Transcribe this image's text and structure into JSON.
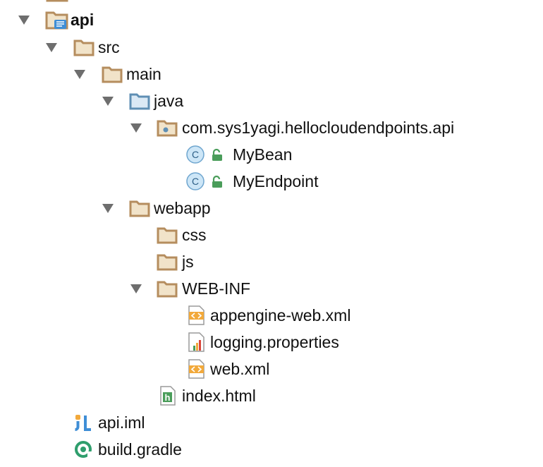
{
  "project_tree": {
    "root": {
      "label": "api"
    },
    "src": {
      "label": "src"
    },
    "main": {
      "label": "main"
    },
    "java": {
      "label": "java"
    },
    "package": {
      "label": "com.sys1yagi.hellocloudendpoints.api"
    },
    "class_mybean": {
      "label": "MyBean",
      "icon_letter": "C"
    },
    "class_myendpoint": {
      "label": "MyEndpoint",
      "icon_letter": "C"
    },
    "webapp": {
      "label": "webapp"
    },
    "css": {
      "label": "css"
    },
    "js": {
      "label": "js"
    },
    "webinf": {
      "label": "WEB-INF"
    },
    "appengine_xml": {
      "label": "appengine-web.xml"
    },
    "logging_props": {
      "label": "logging.properties"
    },
    "web_xml": {
      "label": "web.xml"
    },
    "index_html": {
      "label": "index.html",
      "icon_letter": "h"
    },
    "api_iml": {
      "label": "api.iml"
    },
    "build_gradle": {
      "label": "build.gradle"
    }
  },
  "icons": {
    "folder": "folder-icon",
    "source_folder": "source-folder-icon",
    "package": "package-icon",
    "module": "module-folder-icon",
    "class": "class-icon",
    "lock": "lock-icon",
    "xml": "xml-file-icon",
    "properties": "properties-file-icon",
    "html": "html-file-icon",
    "iml": "iml-file-icon",
    "gradle": "gradle-icon"
  },
  "colors": {
    "folder_stroke": "#b58d5e",
    "folder_fill": "#f1e3c9",
    "source_folder_stroke": "#5f8fb4",
    "source_folder_fill": "#dbe9f5",
    "arrow": "#6e6e6e",
    "class_fill": "#cde6f7",
    "lock": "#4a9d5a",
    "gradle": "#2f9e6d"
  }
}
